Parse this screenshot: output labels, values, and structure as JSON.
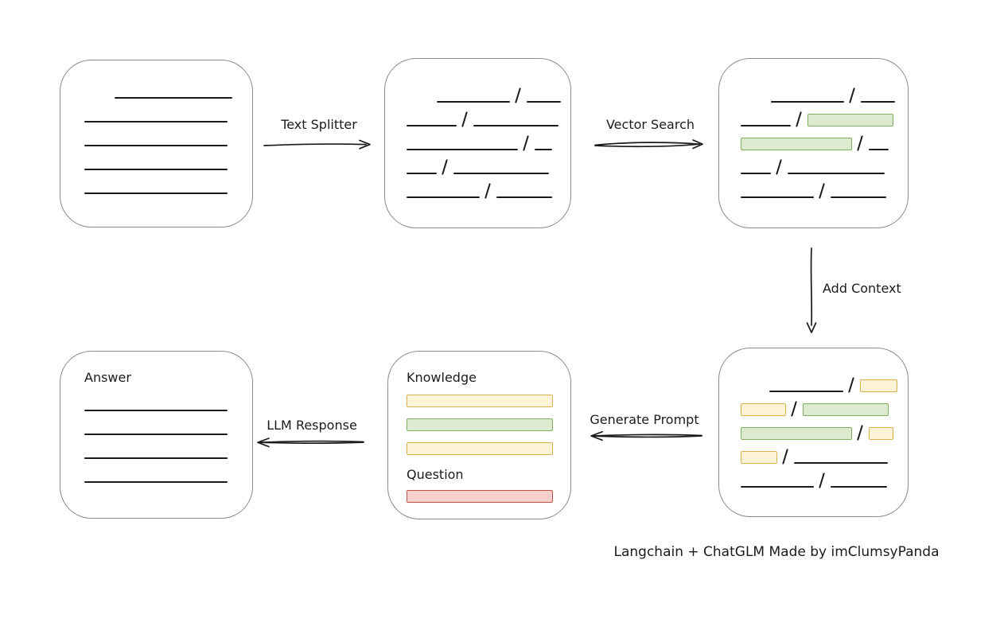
{
  "caption": "Langchain + ChatGLM Made by imClumsyPanda",
  "colors": {
    "box_border": "#8a8a8a",
    "line": "#1b1b1b",
    "green_fill": "#dcead0",
    "green_border": "#7fb062",
    "yellow_fill": "#fdf3d7",
    "yellow_border": "#d6b14d",
    "red_fill": "#f5d0cb",
    "red_border": "#b9554d"
  },
  "labels": {
    "text_splitter": "Text Splitter",
    "vector_search": "Vector Search",
    "add_context": "Add Context",
    "generate_prompt": "Generate Prompt",
    "llm_response": "LLM Response"
  },
  "flow": {
    "edges": [
      {
        "from": "document",
        "to": "chunks",
        "label": "Text Splitter",
        "direction": "right"
      },
      {
        "from": "chunks",
        "to": "matched",
        "label": "Vector Search",
        "direction": "right"
      },
      {
        "from": "matched",
        "to": "context",
        "label": "Add Context",
        "direction": "down"
      },
      {
        "from": "context",
        "to": "prompt",
        "label": "Generate Prompt",
        "direction": "left"
      },
      {
        "from": "prompt",
        "to": "answer",
        "label": "LLM Response",
        "direction": "left"
      }
    ]
  },
  "boxes": {
    "document": {
      "rows": [
        [
          {
            "k": "space",
            "w": 32
          },
          {
            "k": "line",
            "w": 148
          }
        ],
        [
          {
            "k": "line",
            "w": 180
          }
        ],
        [
          {
            "k": "line",
            "w": 180
          }
        ],
        [
          {
            "k": "line",
            "w": 180
          }
        ],
        [
          {
            "k": "line",
            "w": 180
          }
        ]
      ]
    },
    "chunks": {
      "rows": [
        [
          {
            "k": "space",
            "w": 32
          },
          {
            "k": "line",
            "w": 92
          },
          {
            "k": "slash"
          },
          {
            "k": "line",
            "w": 43
          }
        ],
        [
          {
            "k": "line",
            "w": 63
          },
          {
            "k": "slash"
          },
          {
            "k": "line",
            "w": 107
          }
        ],
        [
          {
            "k": "line",
            "w": 140
          },
          {
            "k": "slash"
          },
          {
            "k": "line",
            "w": 22
          }
        ],
        [
          {
            "k": "line",
            "w": 38
          },
          {
            "k": "slash"
          },
          {
            "k": "line",
            "w": 120
          }
        ],
        [
          {
            "k": "line",
            "w": 92
          },
          {
            "k": "slash"
          },
          {
            "k": "line",
            "w": 70
          }
        ]
      ]
    },
    "matched": {
      "rows": [
        [
          {
            "k": "space",
            "w": 32
          },
          {
            "k": "line",
            "w": 92
          },
          {
            "k": "slash"
          },
          {
            "k": "line",
            "w": 43
          }
        ],
        [
          {
            "k": "line",
            "w": 63
          },
          {
            "k": "slash"
          },
          {
            "k": "green",
            "w": 108
          }
        ],
        [
          {
            "k": "green",
            "w": 140
          },
          {
            "k": "slash"
          },
          {
            "k": "line",
            "w": 25
          }
        ],
        [
          {
            "k": "line",
            "w": 38
          },
          {
            "k": "slash"
          },
          {
            "k": "line",
            "w": 122
          }
        ],
        [
          {
            "k": "line",
            "w": 92
          },
          {
            "k": "slash"
          },
          {
            "k": "line",
            "w": 70
          }
        ]
      ]
    },
    "context": {
      "rows": [
        [
          {
            "k": "space",
            "w": 30
          },
          {
            "k": "line",
            "w": 93
          },
          {
            "k": "slash"
          },
          {
            "k": "yellow",
            "w": 47
          }
        ],
        [
          {
            "k": "yellow",
            "w": 57
          },
          {
            "k": "slash"
          },
          {
            "k": "green",
            "w": 108
          }
        ],
        [
          {
            "k": "green",
            "w": 140
          },
          {
            "k": "slash"
          },
          {
            "k": "yellow",
            "w": 31
          }
        ],
        [
          {
            "k": "yellow",
            "w": 46
          },
          {
            "k": "slash"
          },
          {
            "k": "line",
            "w": 118
          }
        ],
        [
          {
            "k": "line",
            "w": 92
          },
          {
            "k": "slash"
          },
          {
            "k": "line",
            "w": 71
          }
        ]
      ]
    },
    "prompt": {
      "knowledge_label": "Knowledge",
      "question_label": "Question",
      "knowledge_bars": [
        "yellow",
        "green",
        "yellow"
      ],
      "question_bars": [
        "red"
      ]
    },
    "answer": {
      "label": "Answer",
      "rows": [
        [
          {
            "k": "line",
            "w": 180
          }
        ],
        [
          {
            "k": "line",
            "w": 180
          }
        ],
        [
          {
            "k": "line",
            "w": 180
          }
        ],
        [
          {
            "k": "line",
            "w": 180
          }
        ]
      ]
    }
  }
}
